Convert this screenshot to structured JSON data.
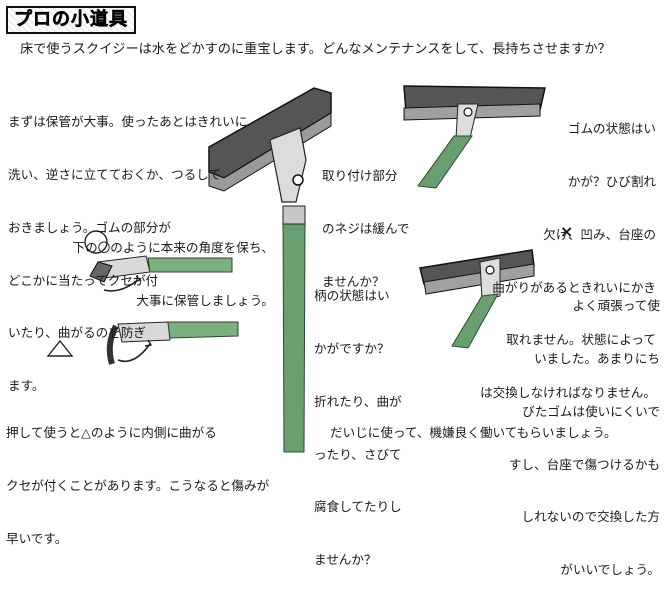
{
  "title": "プロの小道具",
  "lead": "床で使うスクイジーは水をどかすのに重宝します。どんなメンテナンスをして、長持ちさせますか？",
  "storage": {
    "lines": [
      "まずは保管が大事。使ったあとはきれいに",
      "洗い、逆さに立てておくか、つるして",
      "おきましょう。ゴムの部分が",
      "どこかに当たってクセが付",
      "いたり、曲がるのを防ぎ",
      "ます。"
    ],
    "angle_lines": [
      "下の〇のように本来の角度を保ち、",
      "大事に保管しましょう。"
    ]
  },
  "screw": {
    "lines": [
      "取り付け部分",
      "のネジは緩んで",
      "ませんか？"
    ]
  },
  "rubber": {
    "lines": [
      "ゴムの状態はい",
      "かが？ひび割れ",
      "欠け、凹み、台座の",
      "曲がりがあるときれいにかき",
      "取れません。状態によって",
      "は交換しなければなりません。"
    ]
  },
  "handle": {
    "lines": [
      "柄の状態はい",
      "かがですか？",
      "折れたり、曲が",
      "ったり、さびて",
      "腐食してたりし",
      "ませんか？"
    ]
  },
  "worn": {
    "bad_mark": "×",
    "lines": [
      "よく頑張って使",
      "いました。あまりにち",
      "びたゴムは使いにくいで",
      "すし、台座で傷つけるかも",
      "しれないので交換した方",
      "がいいでしょう。"
    ]
  },
  "push": {
    "lines": [
      "押して使うと△のように内側に曲がる",
      "クセが付くことがあります。こうなると傷みが",
      "早いです。"
    ]
  },
  "closing": "だいじに使って、機嫌良く働いてもらいましょう。"
}
